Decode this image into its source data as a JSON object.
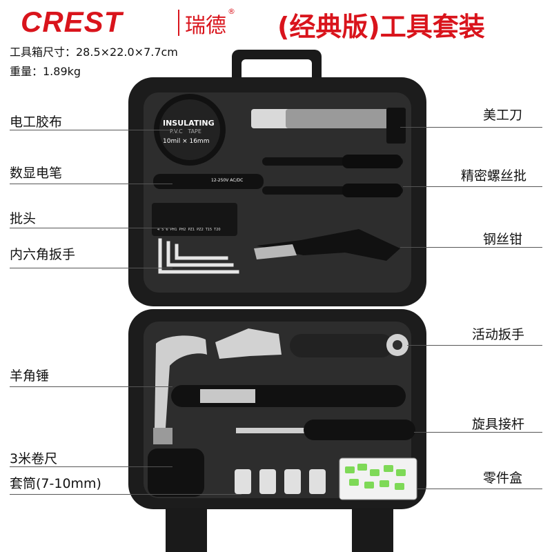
{
  "brand": {
    "logo": "CREST",
    "name_cn": "瑞德",
    "reg_mark": "®"
  },
  "title": "(经典版)工具套装",
  "specs": {
    "size": "工具箱尺寸：28.5×22.0×7.7cm",
    "weight": "重量：1.89kg"
  },
  "tape_label": {
    "line1": "INSULATING",
    "line2": "P.V.C   TAPE",
    "line3": "10mil × 16mm"
  },
  "bit_labels": [
    "4",
    "5",
    "6",
    "PH1",
    "PH2",
    "PZ1",
    "PZ2",
    "T15",
    "T20"
  ],
  "pen_label": "12-250V AC/DC",
  "labels_left": [
    "电工胶布",
    "数显电笔",
    "批头",
    "内六角扳手",
    "羊角锤",
    "3米卷尺",
    "套筒(7-10mm)"
  ],
  "labels_right": [
    "美工刀",
    "精密螺丝批",
    "钢丝钳",
    "活动扳手",
    "旋具接杆",
    "零件盒"
  ],
  "colors": {
    "brand_red": "#d9141c",
    "case_black": "#1c1c1c",
    "parts_green": "#7ed957"
  }
}
